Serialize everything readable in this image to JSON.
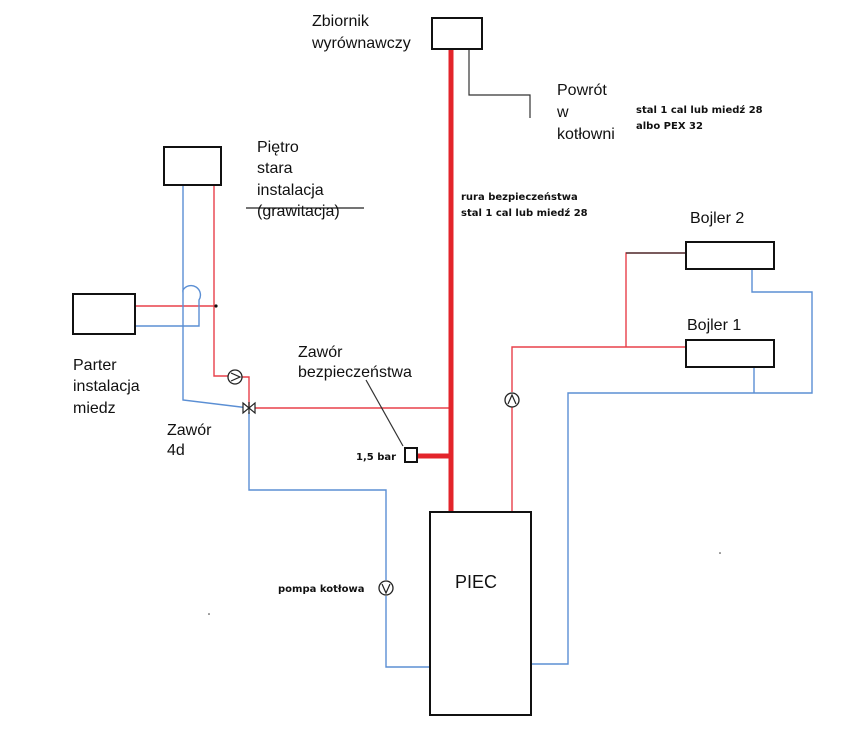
{
  "labels": {
    "expansion_tank_1": "Zbiornik",
    "expansion_tank_2": "wyrównawczy",
    "return_1": "Powrót",
    "return_2": "w",
    "return_3": "kotłowni",
    "return_pipe_1": "stal 1 cal lub miedź 28",
    "return_pipe_2": "albo PEX 32",
    "upstairs_1": "Piętro",
    "upstairs_2": "stara",
    "upstairs_3": "instalacja",
    "upstairs_4": "(grawitacja)",
    "safety_pipe_1": "rura bezpieczeństwa",
    "safety_pipe_2": "stal 1 cal lub miedź 28",
    "boiler2": "Bojler 2",
    "boiler1": "Bojler 1",
    "ground_1": "Parter",
    "ground_2": "instalacja",
    "ground_3": "miedz",
    "valve_1": "Zawór",
    "valve_2": "bezpieczeństwa",
    "pressure": "1,5 bar",
    "four_way_1": "Zawór",
    "four_way_2": "4d",
    "boiler_pump": "pompa kotłowa",
    "furnace": "PIEC"
  },
  "colors": {
    "supply": "#e8404a",
    "return": "#5b8fd4",
    "safety_pipe": "#e3242b",
    "line": "#333333"
  }
}
